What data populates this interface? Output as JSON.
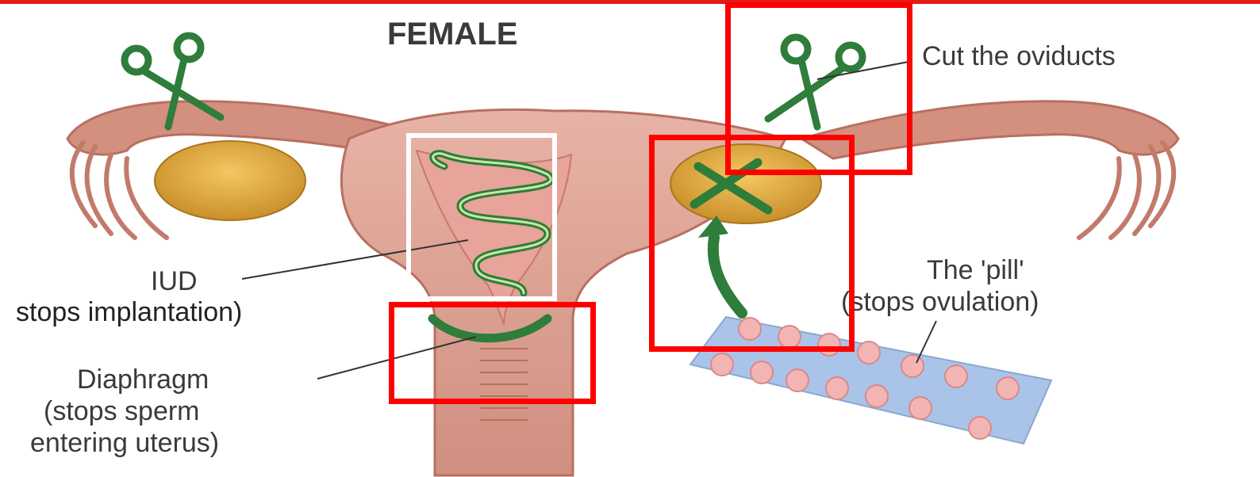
{
  "title": "FEMALE",
  "labels": {
    "cut_oviducts": "Cut the oviducts",
    "iud_line1": "IUD",
    "iud_line2": "stops implantation)",
    "pill_line1": "The 'pill'",
    "pill_line2": "(stops ovulation)",
    "diaphragm_line1": "Diaphragm",
    "diaphragm_line2": "(stops sperm",
    "diaphragm_line3": "entering uterus)"
  },
  "colors": {
    "highlight_red": "#ff0000",
    "highlight_white": "#ffffff",
    "uterus": "#d99a8a",
    "ovary": "#e0aa3e",
    "device_green": "#2e7d3a",
    "pill_blister": "#a9c4e8",
    "pill": "#f3b4b4"
  },
  "icons": [
    "scissors-icon",
    "arrow-icon",
    "cross-mark-icon"
  ]
}
